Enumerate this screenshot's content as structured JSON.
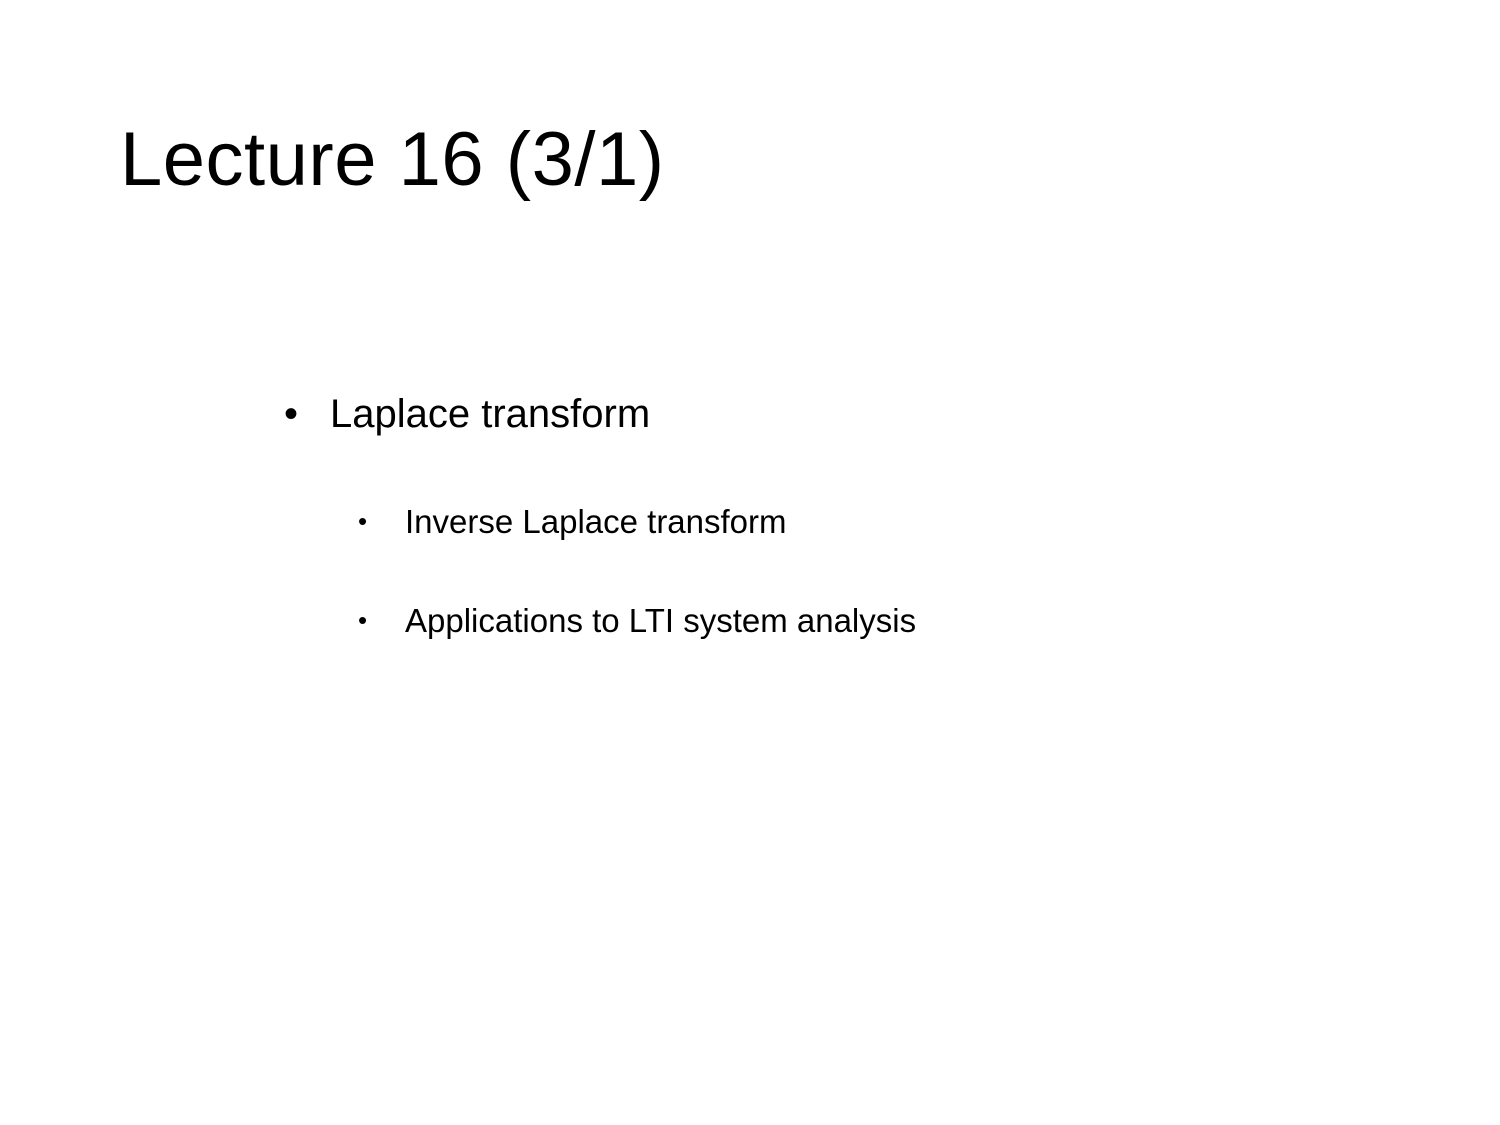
{
  "slide": {
    "title": "Lecture 16 (3/1)",
    "bullet_glyph": "•",
    "items": [
      {
        "label": "Laplace transform",
        "level": 1
      },
      {
        "label": "Inverse Laplace transform",
        "level": 2
      },
      {
        "label": "Applications to LTI system analysis",
        "level": 2
      }
    ]
  },
  "colors": {
    "background": "#ffffff",
    "text": "#000000"
  }
}
